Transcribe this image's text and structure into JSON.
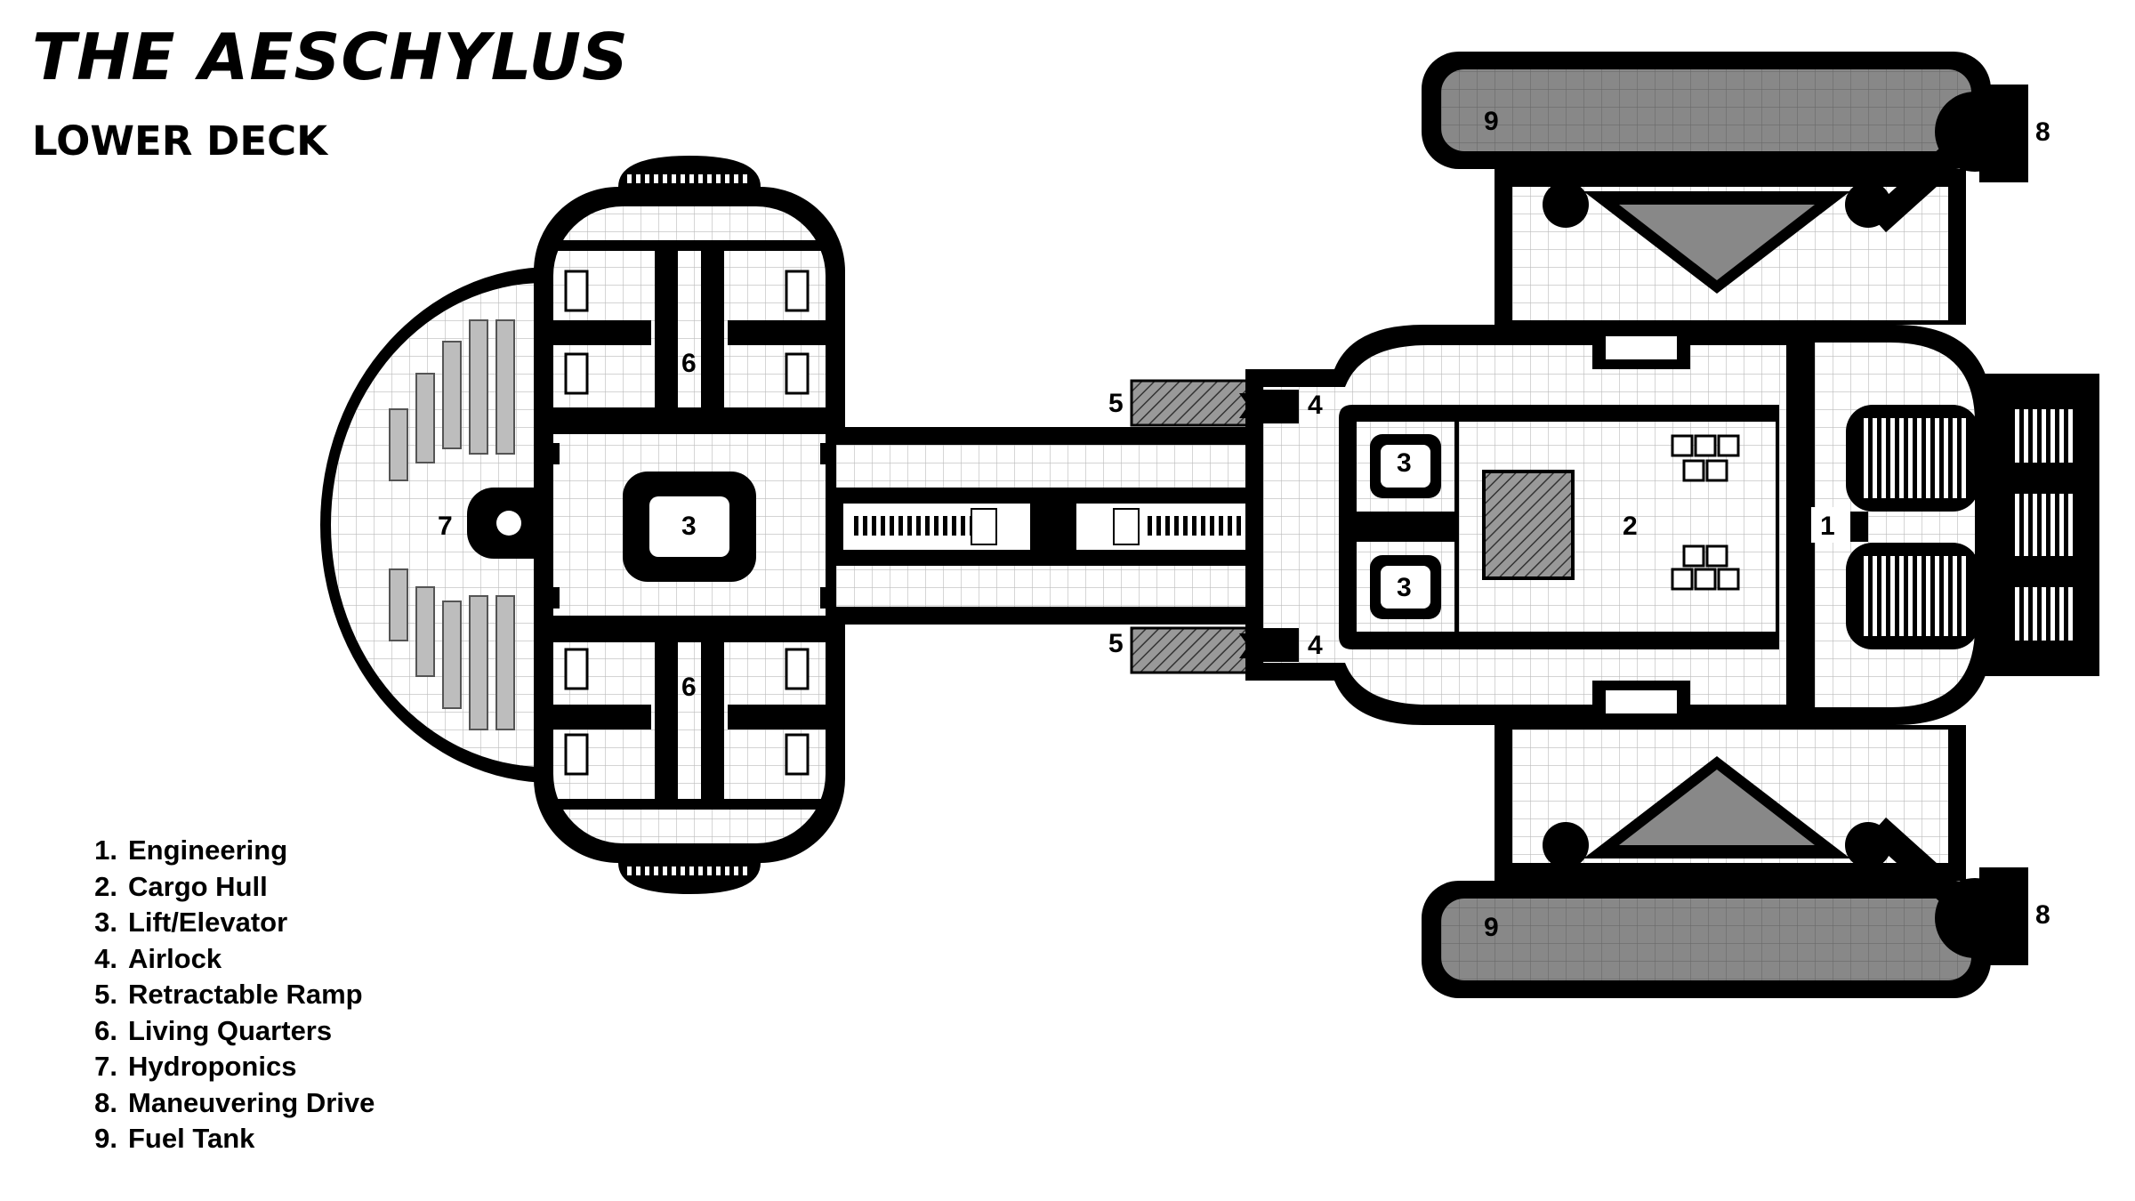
{
  "title": "THE AESCHYLUS",
  "subtitle": "LOWER DECK",
  "legend": [
    {
      "num": "1.",
      "label": "Engineering"
    },
    {
      "num": "2.",
      "label": "Cargo Hull"
    },
    {
      "num": "3.",
      "label": "Lift/Elevator"
    },
    {
      "num": "4.",
      "label": "Airlock"
    },
    {
      "num": "5.",
      "label": "Retractable Ramp"
    },
    {
      "num": "6.",
      "label": "Living Quarters"
    },
    {
      "num": "7.",
      "label": "Hydroponics"
    },
    {
      "num": "8.",
      "label": "Maneuvering Drive"
    },
    {
      "num": "9.",
      "label": "Fuel Tank"
    }
  ],
  "map_labels": {
    "engineering": "1",
    "cargo_hull": "2",
    "lift": "3",
    "airlock": "4",
    "ramp": "5",
    "quarters": "6",
    "hydroponics": "7",
    "drive": "8",
    "fuel_tank": "9"
  },
  "colors": {
    "wall": "#000000",
    "floor": "#ffffff",
    "tank": "#888888",
    "grid": "#bbbbbb"
  }
}
